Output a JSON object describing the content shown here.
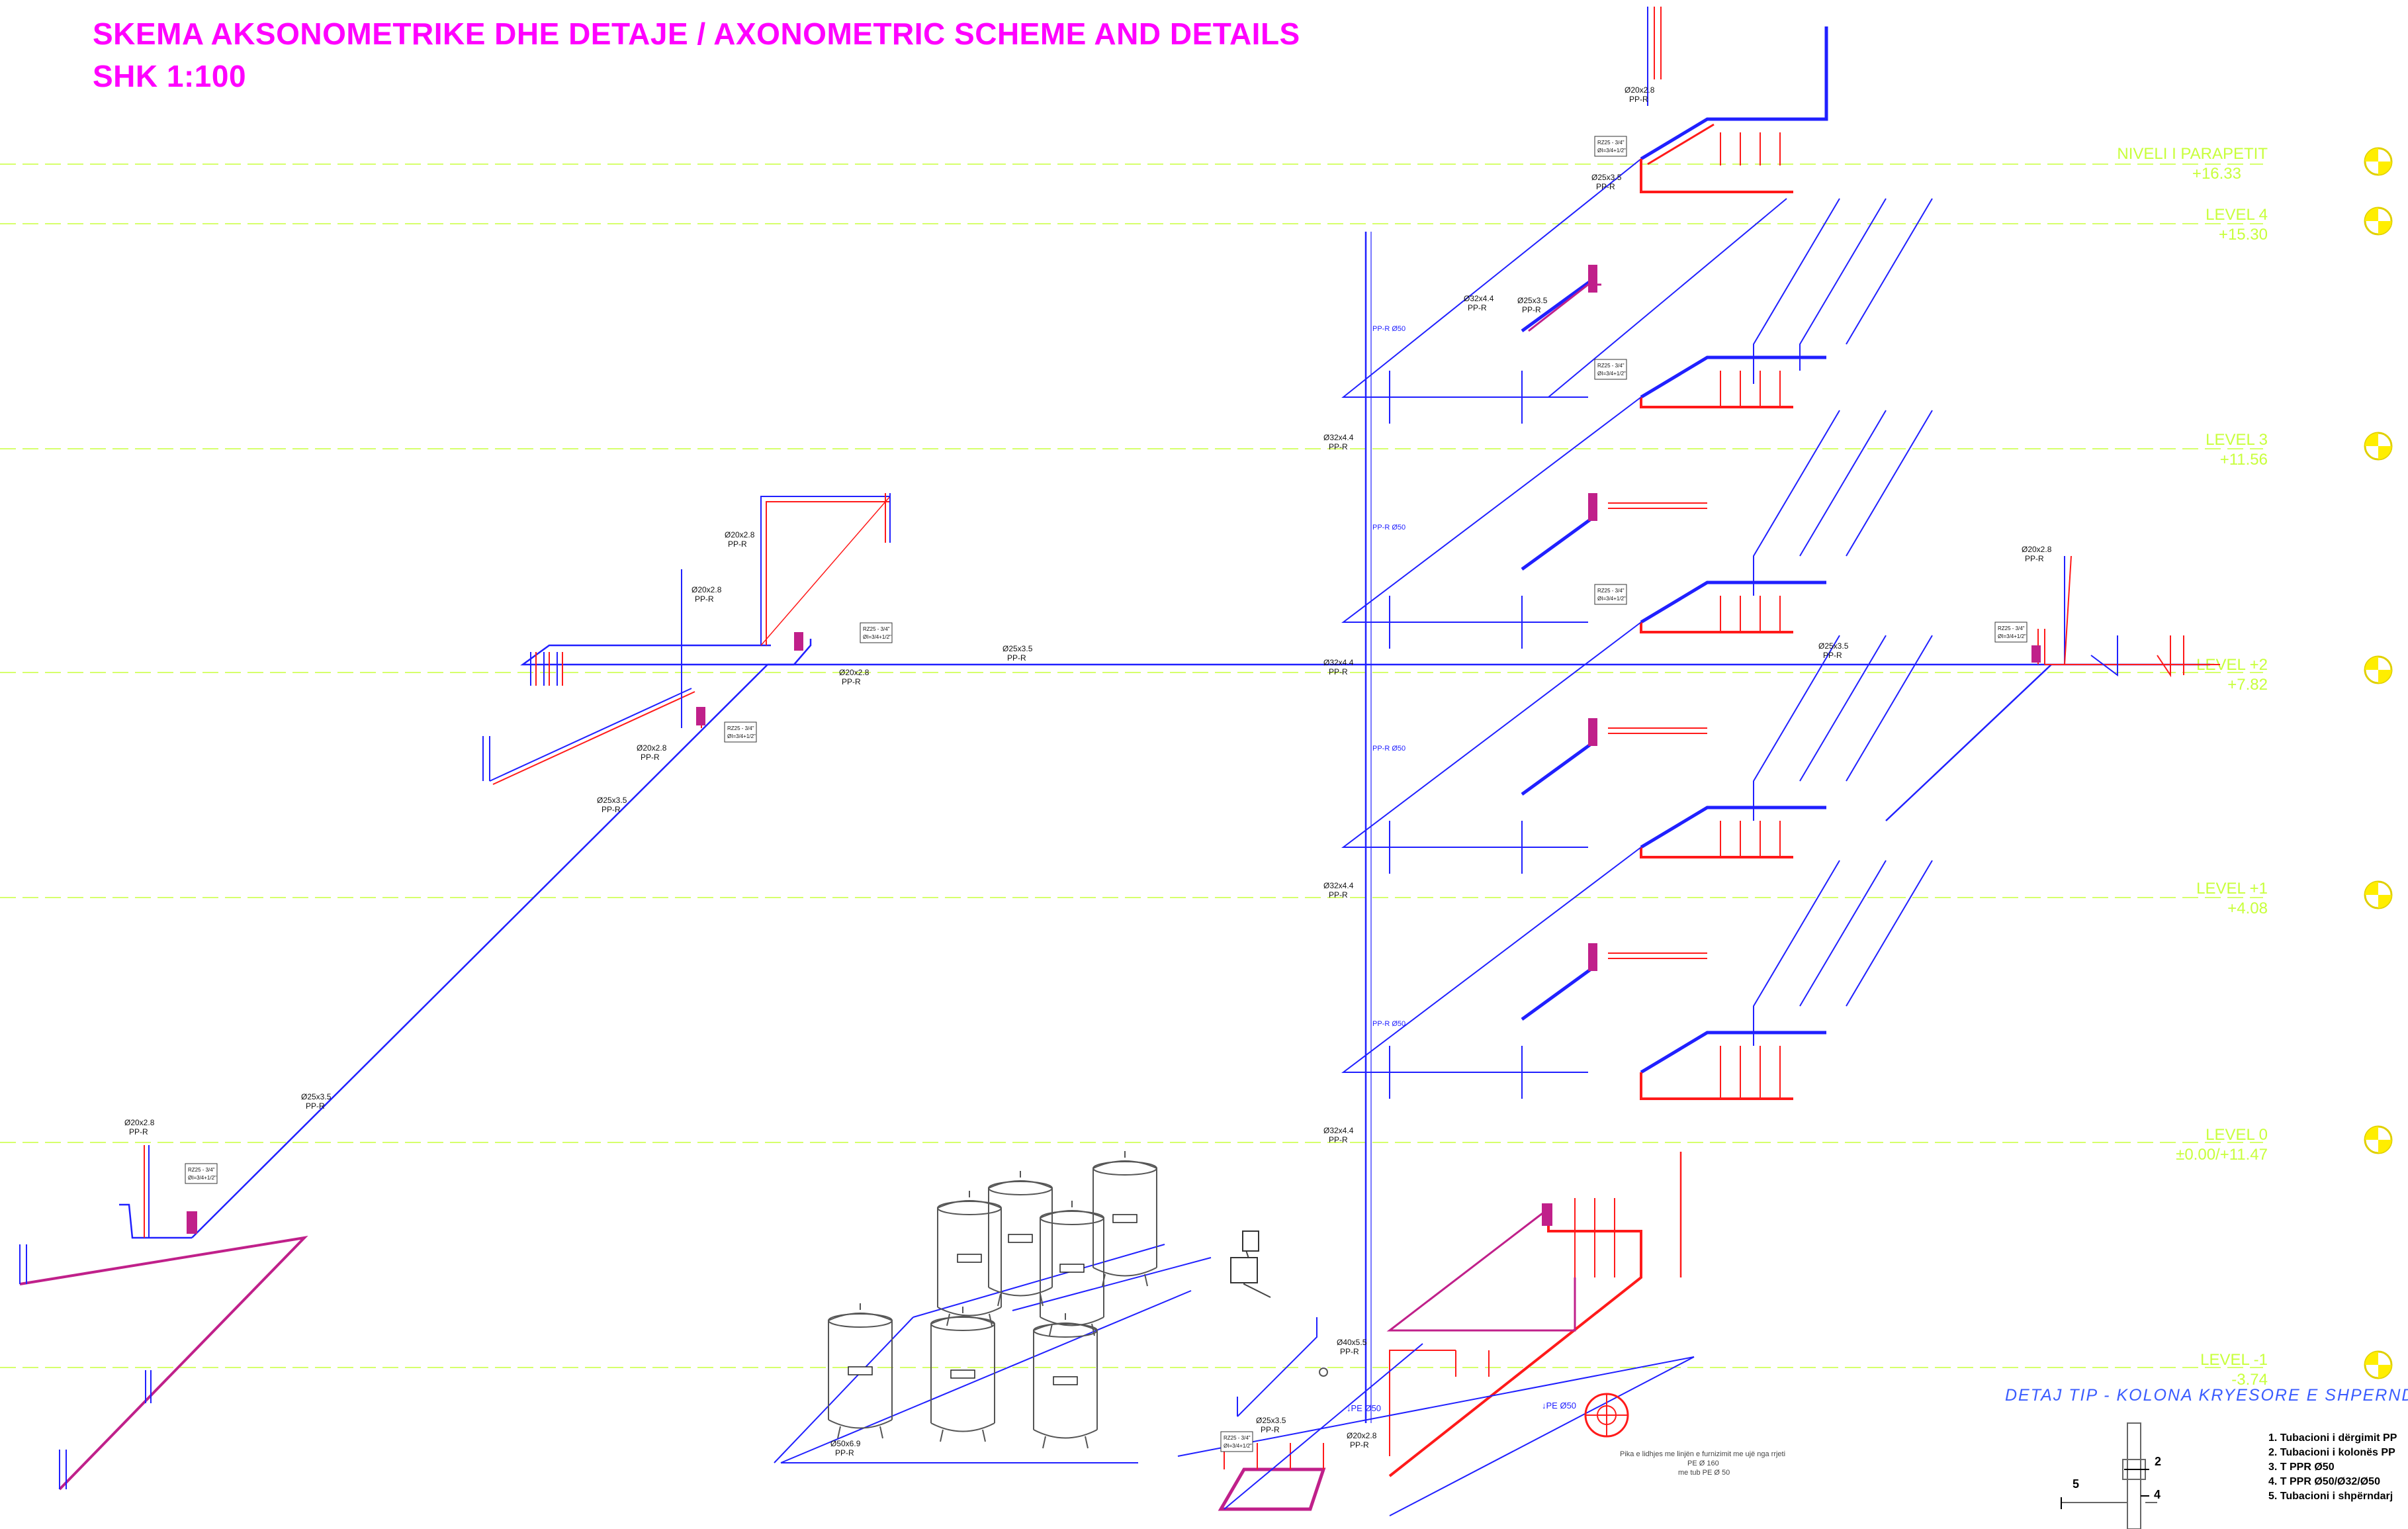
{
  "header": {
    "title": "SKEMA AKSONOMETRIKE DHE DETAJE / AXONOMETRIC SCHEME AND DETAILS",
    "scale": "SHK 1:100"
  },
  "levels": [
    {
      "name": "NIVELI I PARAPETIT",
      "elevation": "+16.33"
    },
    {
      "name": "LEVEL 4",
      "elevation": "+15.30"
    },
    {
      "name": "LEVEL 3",
      "elevation": "+11.56"
    },
    {
      "name": "LEVEL +2",
      "elevation": "+7.82"
    },
    {
      "name": "LEVEL +1",
      "elevation": "+4.08"
    },
    {
      "name": "LEVEL 0",
      "elevation": "±0.00/+11.47"
    },
    {
      "name": "LEVEL -1",
      "elevation": "-3.74"
    }
  ],
  "pipe_labels": {
    "d20": "Ø20x2.8",
    "d25": "Ø25x3.5",
    "d32": "Ø32x4.4",
    "d40": "Ø40x5.5",
    "d50": "Ø50x6.9",
    "material": "PP-R",
    "riser": "PP-R Ø50",
    "fitting": "RZ25 - 3/4\"",
    "fitting_sub": "ØI=3/4+1/2\""
  },
  "notes": {
    "pe_label": "↓PE Ø50",
    "pipe_note_1": "Pika e lidhjes me linjën e furnizimit me ujë nga rrjeti",
    "pipe_note_2": "PE Ø 160",
    "pipe_note_3": "me tub PE Ø 50"
  },
  "detail": {
    "title": "DETAJ TIP - KOLONA KRYESORE E SHPERNDA",
    "callouts": [
      "2",
      "4",
      "5"
    ],
    "legend": [
      "1. Tubacioni i dërgimit PP",
      "2. Tubacioni i kolonës PP",
      "3. T PPR Ø50",
      "4. T PPR Ø50/Ø32/Ø50",
      "5. Tubacioni i shpërndarj"
    ]
  },
  "colors": {
    "title": "#ff00ff",
    "level": "#c8ff3c",
    "cold_water": "#2020ff",
    "hot_water": "#ff1a1a",
    "trunk": "#c0208a",
    "detail": "#3a5cff"
  }
}
